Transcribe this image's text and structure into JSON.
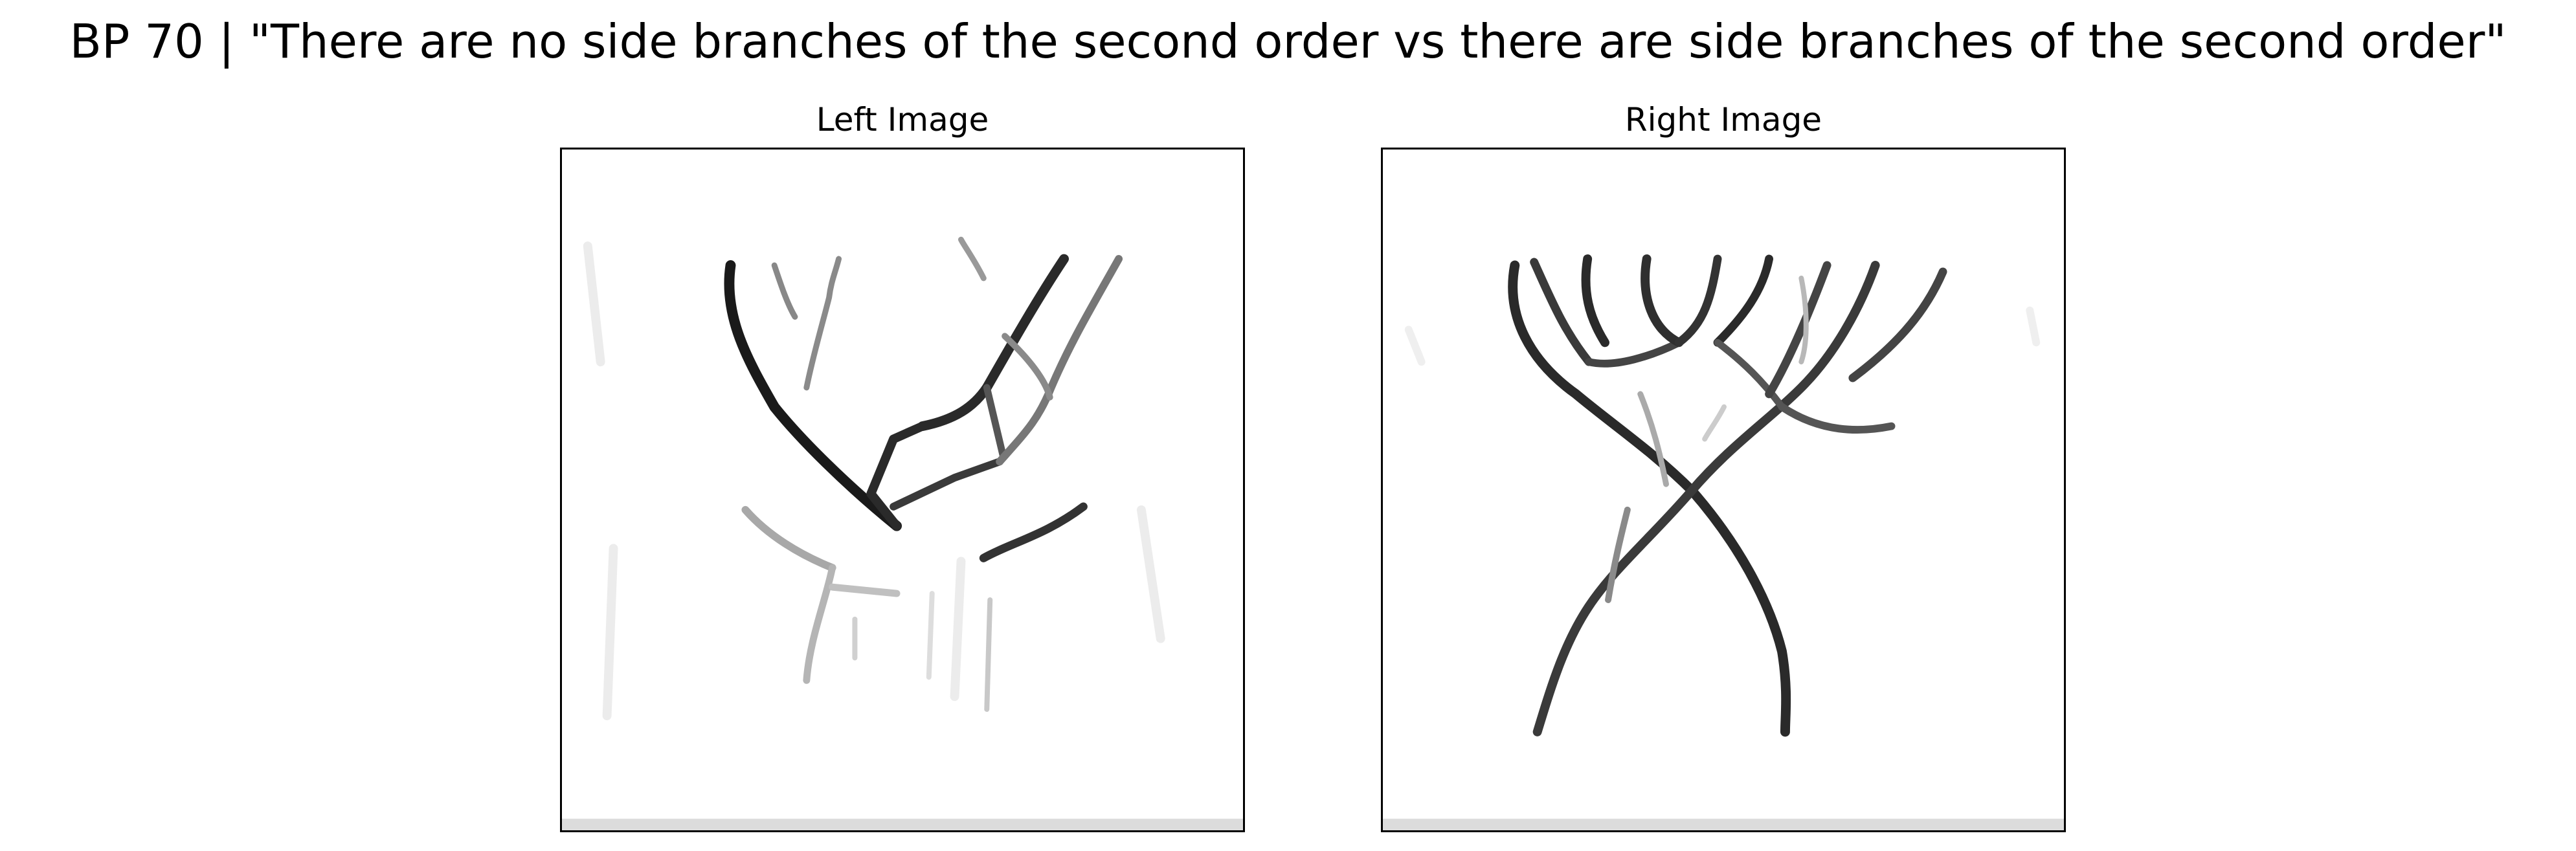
{
  "figure": {
    "title": "BP 70 | \"There are no side branches of the second order vs there are side branches of the second order\""
  },
  "panels": {
    "left": {
      "title": "Left Image"
    },
    "right": {
      "title": "Right Image"
    }
  },
  "colors": {
    "background": "#ffffff",
    "frame": "#000000",
    "dark_stroke": "#1a1a1a",
    "mid_stroke": "#555555",
    "light_stroke": "#9a9a9a",
    "faint_stroke": "#c8c8c8"
  }
}
